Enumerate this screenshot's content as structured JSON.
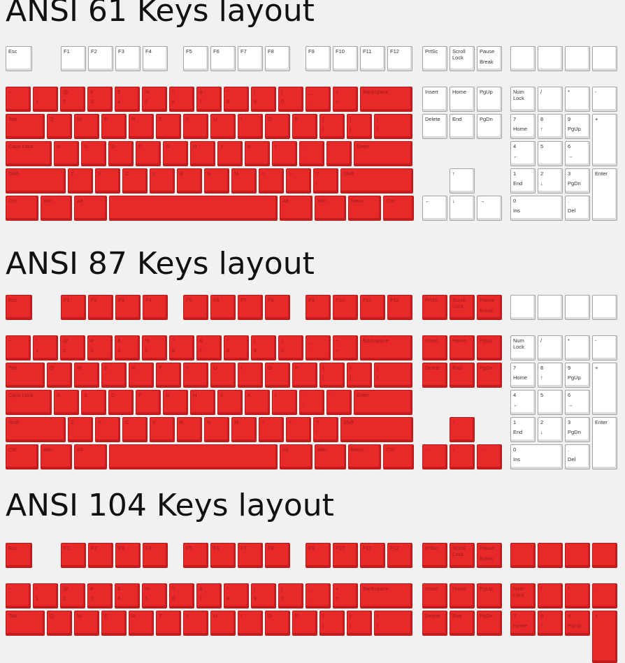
{
  "sections": [
    {
      "title": "ANSI 61 Keys layout"
    },
    {
      "title": "ANSI 87 Keys layout"
    },
    {
      "title": "ANSI 104 Keys layout"
    }
  ],
  "colors": {
    "red_key": "#e8292a",
    "white_key": "#ffffff",
    "background": "#f1f1f1"
  },
  "legends": {
    "esc": "Esc",
    "f": [
      "F1",
      "F2",
      "F3",
      "F4",
      "F5",
      "F6",
      "F7",
      "F8",
      "F9",
      "F10",
      "F11",
      "F12"
    ],
    "prtsc": "PrtSc",
    "scroll": [
      "Scroll",
      "Lock"
    ],
    "pause": [
      "Pause",
      "Break"
    ],
    "num_top": [
      "~",
      "!",
      "@",
      "#",
      "$",
      "%",
      "^",
      "&",
      "*",
      "(",
      ")",
      "_",
      "+"
    ],
    "num_bot": [
      "`",
      "1",
      "2",
      "3",
      "4",
      "5",
      "6",
      "7",
      "8",
      "9",
      "0",
      "-",
      "="
    ],
    "backspace": "Backspace",
    "tab": "Tab",
    "row_q": [
      "Q",
      "W",
      "E",
      "R",
      "T",
      "Y",
      "U",
      "I",
      "O",
      "P"
    ],
    "row_q_extra_top": [
      "{",
      "}",
      "|"
    ],
    "row_q_extra_bot": [
      "[",
      "]",
      "\\"
    ],
    "caps": "Caps Lock",
    "row_a": [
      "A",
      "S",
      "D",
      "F",
      "G",
      "H",
      "J",
      "K",
      "L"
    ],
    "row_a_extra_top": [
      ":",
      "\""
    ],
    "row_a_extra_bot": [
      ";",
      "'"
    ],
    "enter": "Enter",
    "shift": "Shift",
    "row_z": [
      "Z",
      "X",
      "C",
      "V",
      "B",
      "N",
      "M"
    ],
    "row_z_extra_top": [
      "<",
      ">",
      "?"
    ],
    "row_z_extra_bot": [
      ",",
      ".",
      "/"
    ],
    "ctrl": "Ctrl",
    "win": "Win",
    "alt": "Alt",
    "menu": "Menu",
    "insert": "Insert",
    "home": "Home",
    "pgup": "PgUp",
    "delete": "Delete",
    "end": "End",
    "pgdn": "PgDn",
    "up": "↑",
    "left": "←",
    "down": "↓",
    "right": "→",
    "numlock": [
      "Num",
      "Lock"
    ],
    "np_slash": "/",
    "np_star": "*",
    "np_minus": "-",
    "np_plus": "+",
    "np_enter": "Enter",
    "np7": [
      "7",
      "Home"
    ],
    "np8": [
      "8",
      "↑"
    ],
    "np9": [
      "9",
      "PgUp"
    ],
    "np4": [
      "4",
      "←"
    ],
    "np5": [
      "5",
      ""
    ],
    "np6": [
      "6",
      "→"
    ],
    "np1": [
      "1",
      "End"
    ],
    "np2": [
      "2",
      "↓"
    ],
    "np3": [
      "3",
      "PgDn"
    ],
    "np0": [
      "0",
      "Ins"
    ],
    "npdot": [
      ".",
      "Del"
    ]
  }
}
